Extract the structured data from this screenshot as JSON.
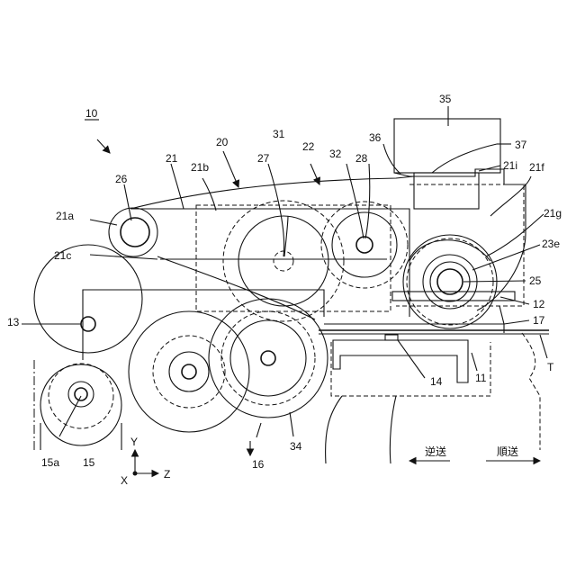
{
  "labels": {
    "l10": "10",
    "l20": "20",
    "l21": "21",
    "l21a": "21a",
    "l21b": "21b",
    "l21c": "21c",
    "l21f": "21f",
    "l21g": "21g",
    "l21i": "21i",
    "l22": "22",
    "l23e": "23e",
    "l25": "25",
    "l26": "26",
    "l27": "27",
    "l28": "28",
    "l31": "31",
    "l32": "32",
    "l35": "35",
    "l36": "36",
    "l37": "37",
    "l12": "12",
    "l17": "17",
    "l11": "11",
    "l14": "14",
    "lT": "T",
    "l13": "13",
    "l15a": "15a",
    "l15": "15",
    "l16": "16",
    "l34": "34"
  },
  "axes": {
    "y": "Y",
    "x": "X",
    "z": "Z"
  },
  "directions": {
    "reverse": "逆送",
    "forward": "順送"
  }
}
